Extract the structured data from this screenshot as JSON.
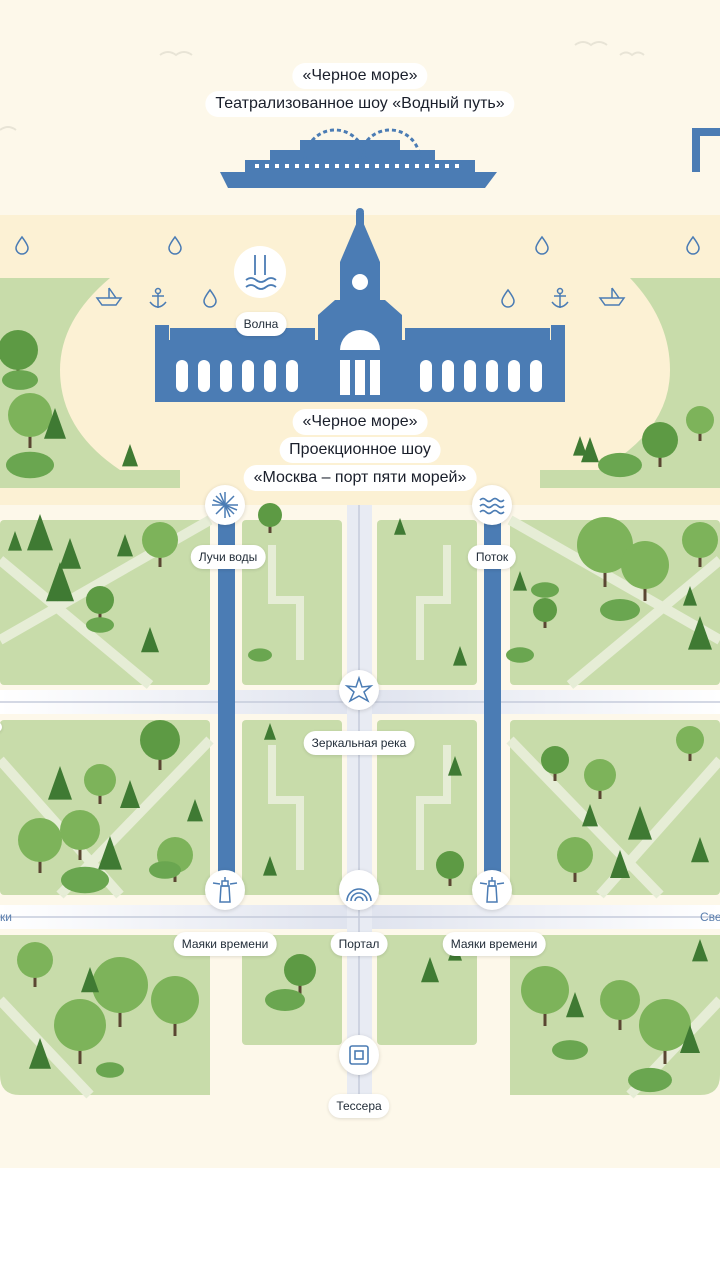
{
  "top_title": {
    "line1": "«Черное море»",
    "line2": "Театрализованное шоу «Водный путь»"
  },
  "center_title": {
    "line1": "«Черное море»",
    "line2": "Проекционное шоу",
    "line3": "«Москва – порт пяти морей»"
  },
  "labels": {
    "volna": "Волна",
    "luchi": "Лучи воды",
    "potok": "Поток",
    "zerkalnaya": "Зеркальная река",
    "mayaki_left": "Маяки времени",
    "portal": "Портал",
    "mayaki_right": "Маяки времени",
    "tessera": "Тессера"
  },
  "edge_labels": {
    "left": "ки",
    "right": "Све"
  },
  "colors": {
    "background": "#fdf8ea",
    "lawn": "#c8dcaa",
    "lawn_dark": "#b6cf95",
    "tree_light": "#7db35a",
    "tree_mid": "#5d9a44",
    "tree_dark": "#3f7a33",
    "building": "#4b7cb4",
    "water": "#4b7cb4",
    "road": "#dfe3ee"
  },
  "icons": [
    "water-drop-icon",
    "paper-boat-icon",
    "anchor-icon",
    "sunburst-icon",
    "waves-icon",
    "star-icon",
    "lighthouse-icon",
    "arch-icon",
    "square-frame-icon",
    "ship-icon",
    "station-building-icon"
  ]
}
